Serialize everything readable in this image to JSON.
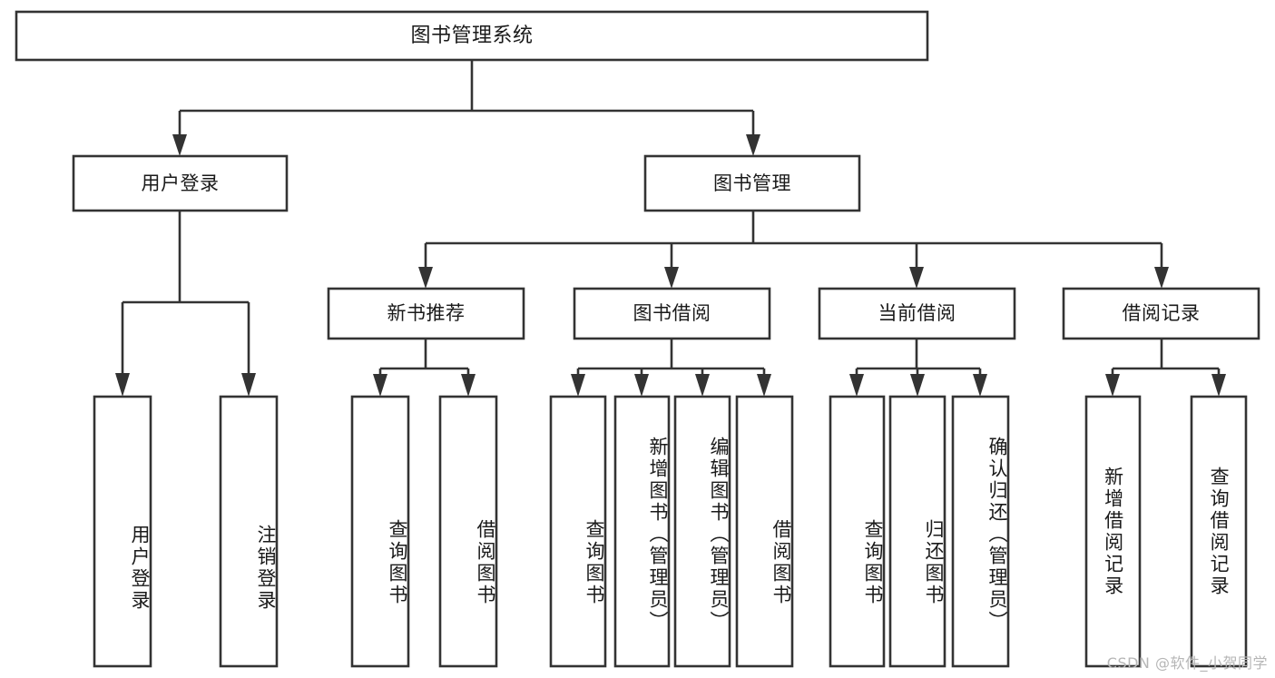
{
  "diagram": {
    "title": "图书管理系统",
    "watermark": "CSDN @软件_小贺同学",
    "colors": {
      "stroke": "#333333",
      "box_fill": "#ffffff",
      "text": "#1a1a1a",
      "background": "#ffffff",
      "watermark": "#b6b6b6"
    },
    "root": {
      "label": "图书管理系统"
    },
    "level2": [
      {
        "label": "用户登录"
      },
      {
        "label": "图书管理"
      }
    ],
    "level3": [
      {
        "label": "新书推荐"
      },
      {
        "label": "图书借阅"
      },
      {
        "label": "当前借阅"
      },
      {
        "label": "借阅记录"
      }
    ],
    "leaves": {
      "user_login": [
        {
          "label": "用户登录"
        },
        {
          "label": "注销登录"
        }
      ],
      "new_book_recommend": [
        {
          "label": "查询图书"
        },
        {
          "label": "借阅图书"
        }
      ],
      "book_borrow": [
        {
          "label": "查询图书"
        },
        {
          "label": "新增图书（管理员）"
        },
        {
          "label": "编辑图书（管理员）"
        },
        {
          "label": "借阅图书"
        }
      ],
      "current_borrow": [
        {
          "label": "查询图书"
        },
        {
          "label": "归还图书"
        },
        {
          "label": "确认归还（管理员）"
        }
      ],
      "borrow_record": [
        {
          "label": "新增借阅记录"
        },
        {
          "label": "查询借阅记录"
        }
      ]
    }
  }
}
